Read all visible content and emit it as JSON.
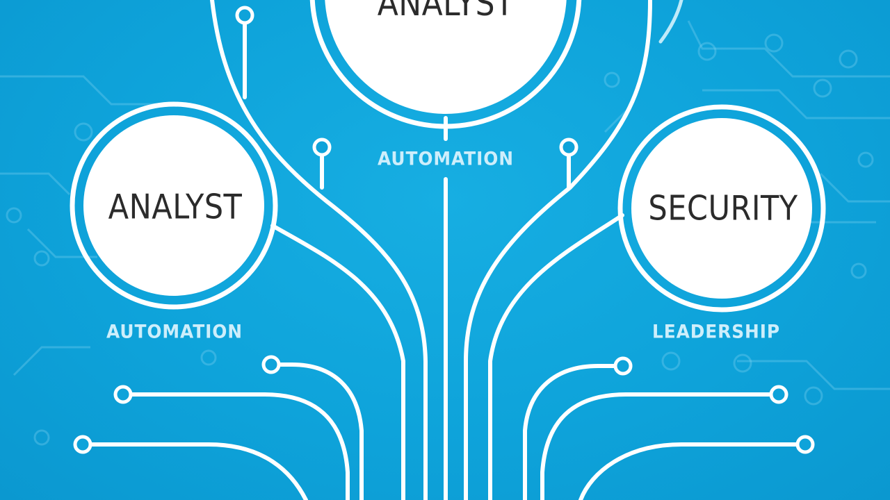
{
  "nodes": {
    "top": {
      "label": "ANALYST"
    },
    "left": {
      "label": "ANALYST"
    },
    "right": {
      "label": "SECURITY"
    }
  },
  "labels": {
    "center": "AUTOMATION",
    "left": "AUTOMATION",
    "right": "LEADERSHIP"
  },
  "colors": {
    "background": "#0ea3da",
    "line": "#ffffff",
    "circuit_light": "#bfeaf9",
    "circle_fill": "#ffffff",
    "text_dark": "#2b2b2b",
    "text_light": "#cdeefb"
  }
}
